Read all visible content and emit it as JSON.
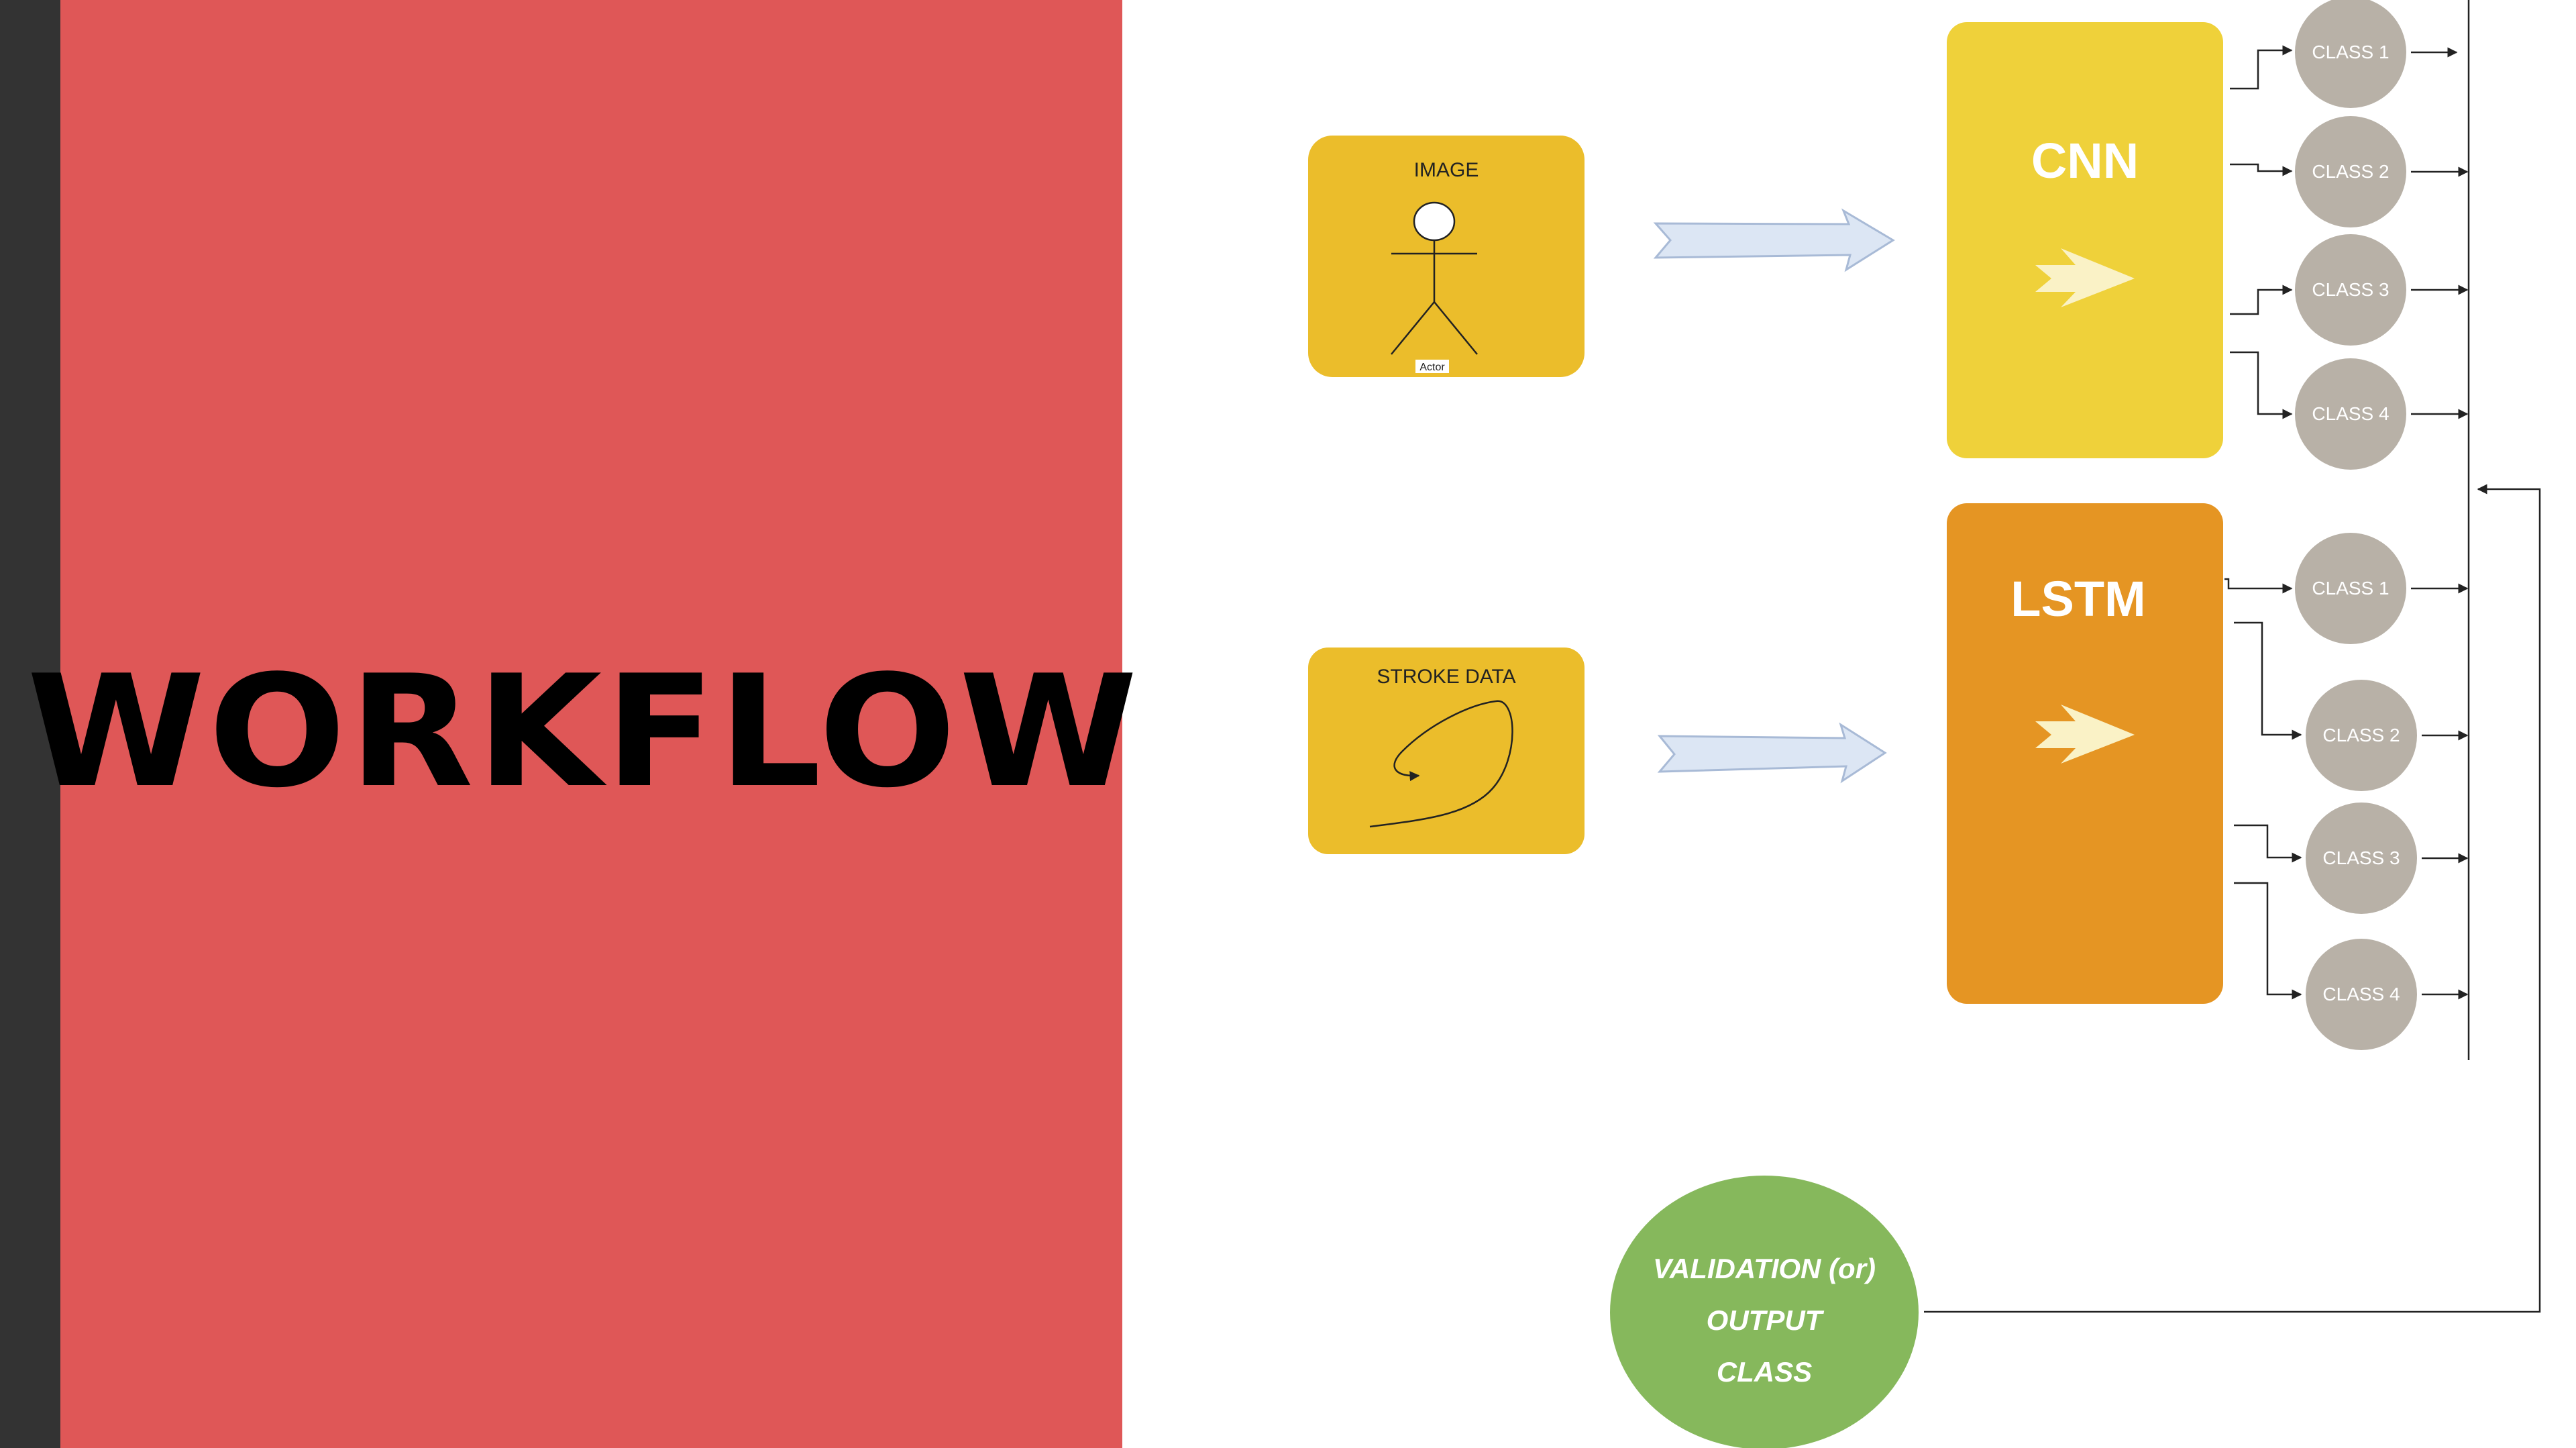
{
  "slide": {
    "title": "WORKFLOW"
  },
  "inputs": {
    "image_label": "IMAGE",
    "actor_caption": "Actor",
    "stroke_label": "STROKE DATA"
  },
  "models": {
    "cnn": "CNN",
    "lstm": "LSTM"
  },
  "cnn_classes": [
    "CLASS 1",
    "CLASS 2",
    "CLASS 3",
    "CLASS 4"
  ],
  "lstm_classes": [
    "CLASS 1",
    "CLASS 2",
    "CLASS 3",
    "CLASS 4"
  ],
  "output": {
    "line1": "VALIDATION (or)",
    "line2": "OUTPUT",
    "line3": "CLASS"
  },
  "colors": {
    "red_panel": "#df5757",
    "dark_bar": "#333333",
    "image_box": "#ebbd2b",
    "cnn_box": "#efd13a",
    "lstm_box": "#e59523",
    "class_circle": "#b8b1a7",
    "output_circle": "#86b85c",
    "flow_arrow": "#dce6f4"
  }
}
